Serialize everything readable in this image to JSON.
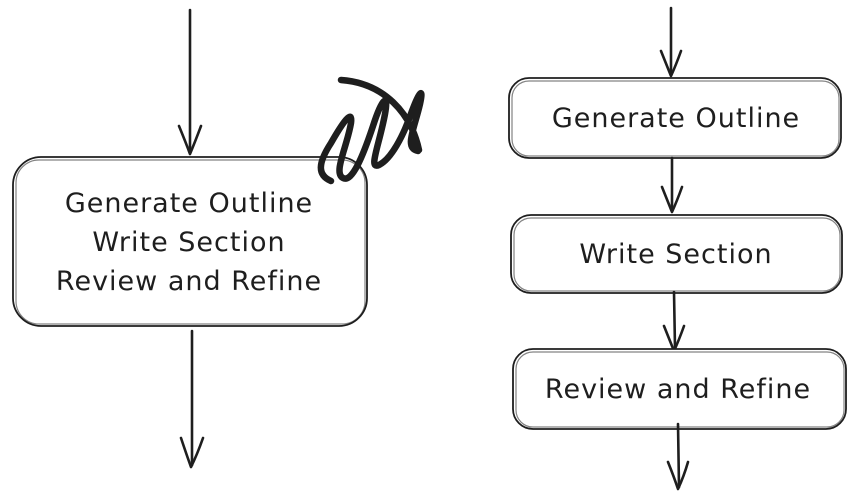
{
  "canvas": {
    "background_color": "#ffffff",
    "ink_color": "#1e1e1e"
  },
  "left_flow": {
    "description": "single combined node with all three steps, marked with a scribble",
    "node_lines": [
      "Generate Outline",
      "Write Section",
      "Review and Refine"
    ],
    "annotation": "scribble"
  },
  "right_flow": {
    "description": "three separate step nodes chained by arrows",
    "nodes": [
      "Generate Outline",
      "Write Section",
      "Review and Refine"
    ]
  }
}
